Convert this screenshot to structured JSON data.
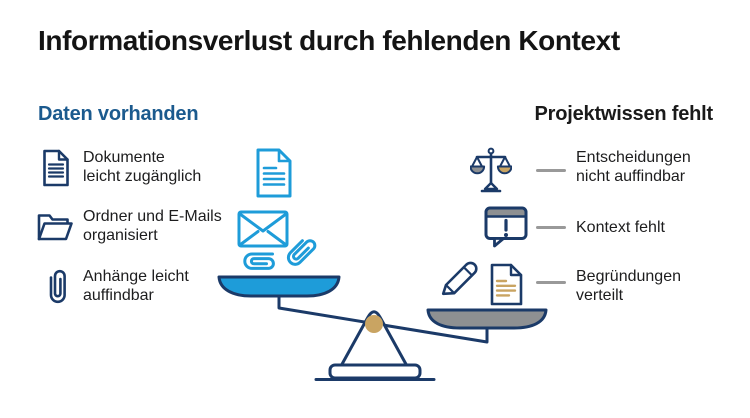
{
  "title": "Informationsverlust durch fehlenden Kontext",
  "left_panel": {
    "heading": "Daten vorhanden",
    "items": [
      {
        "icon": "document-icon",
        "label": "Dokumente\nleicht zugänglich"
      },
      {
        "icon": "folder-icon",
        "label": "Ordner und E-Mails\norganisiert"
      },
      {
        "icon": "paperclip-icon",
        "label": "Anhänge leicht\nauffindbar"
      }
    ]
  },
  "right_panel": {
    "heading": "Projektwissen fehlt",
    "items": [
      {
        "icon": "balance-scale-icon",
        "label": "Entscheidungen\nnicht auffindbar"
      },
      {
        "icon": "speech-bubble-exclamation-icon",
        "label": "Kontext fehlt"
      },
      {
        "icon": "pencil-and-document-icon",
        "label": "Begründungen\nverteilt"
      }
    ]
  },
  "balance": {
    "left_pan_icons": [
      "document-icon",
      "envelope-icon",
      "paperclip-icon",
      "paperclip-icon"
    ],
    "left_pan_position": "up",
    "right_pan_icons": [
      "pencil-icon",
      "document-icon"
    ],
    "right_pan_position": "down"
  },
  "theme": {
    "navy": "#1b3a68",
    "light-blue": "#1e9cd9",
    "heading-blue": "#1b5a8e",
    "gold": "#c9a462",
    "gray-fill": "#8e9092",
    "dash-gray": "#999999",
    "text": "#1d1d1e",
    "title-color": "#141414",
    "background": "#ffffff"
  }
}
